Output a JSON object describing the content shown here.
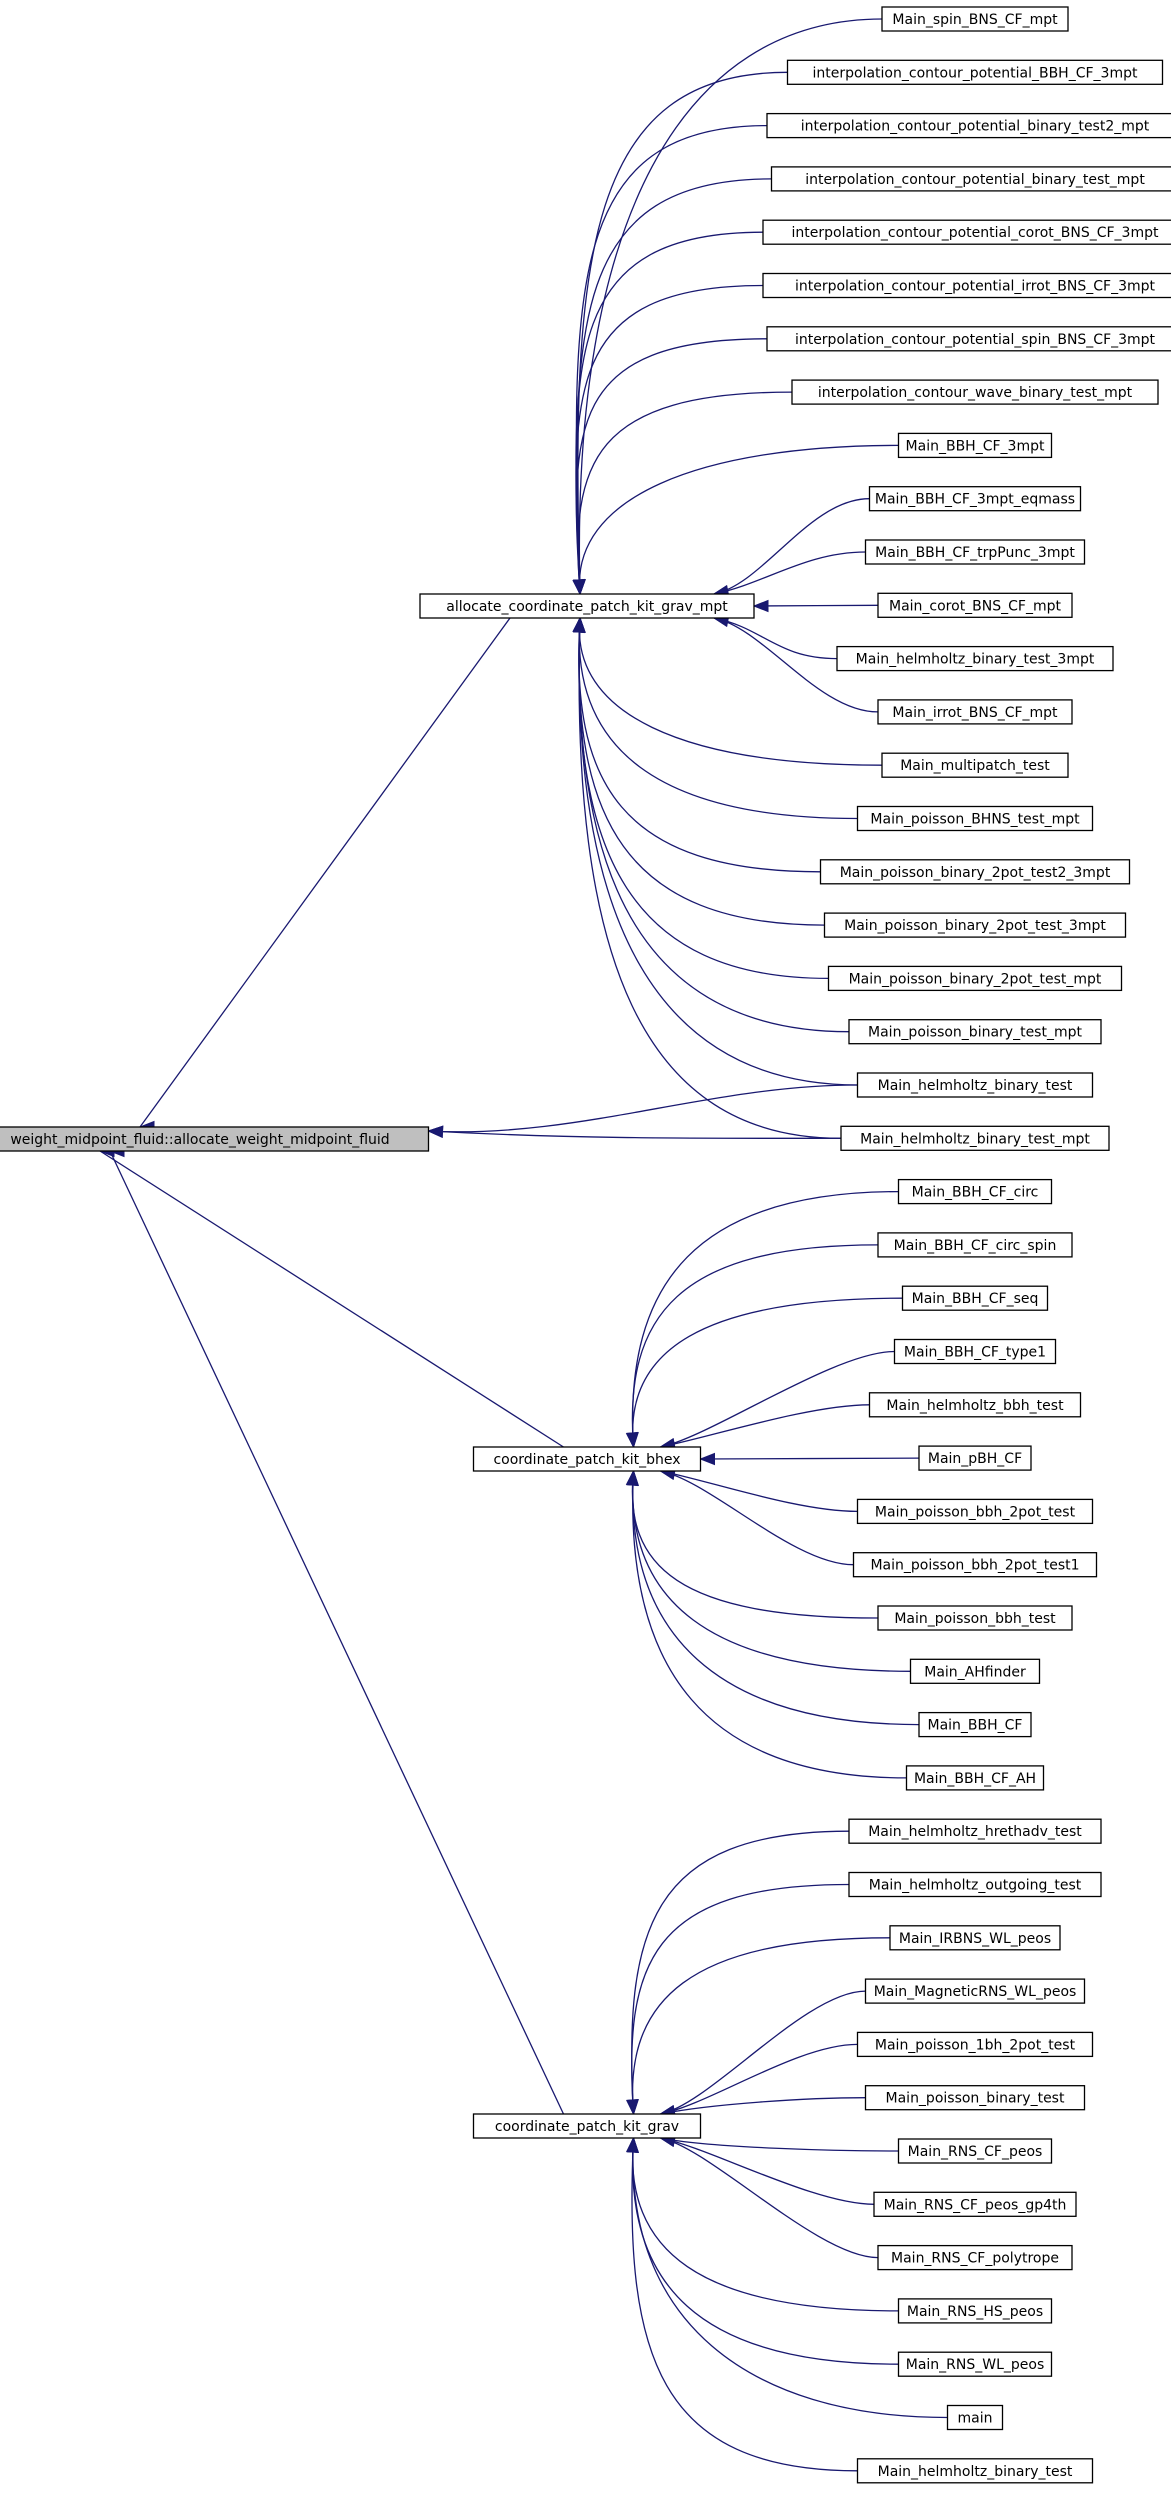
{
  "graph": {
    "root": {
      "label": "weight_midpoint_fluid::allocate_weight_midpoint_fluid"
    },
    "mid": [
      {
        "id": "m1",
        "label": "allocate_coordinate_patch_kit_grav_mpt"
      },
      {
        "id": "m2",
        "label": "coordinate_patch_kit_bhex"
      },
      {
        "id": "m3",
        "label": "coordinate_patch_kit_grav"
      }
    ],
    "leaves": [
      {
        "label": "Main_spin_BNS_CF_mpt",
        "parent": "m1"
      },
      {
        "label": "interpolation_contour_potential_BBH_CF_3mpt",
        "parent": "m1"
      },
      {
        "label": "interpolation_contour_potential_binary_test2_mpt",
        "parent": "m1"
      },
      {
        "label": "interpolation_contour_potential_binary_test_mpt",
        "parent": "m1"
      },
      {
        "label": "interpolation_contour_potential_corot_BNS_CF_3mpt",
        "parent": "m1"
      },
      {
        "label": "interpolation_contour_potential_irrot_BNS_CF_3mpt",
        "parent": "m1"
      },
      {
        "label": "interpolation_contour_potential_spin_BNS_CF_3mpt",
        "parent": "m1"
      },
      {
        "label": "interpolation_contour_wave_binary_test_mpt",
        "parent": "m1"
      },
      {
        "label": "Main_BBH_CF_3mpt",
        "parent": "m1"
      },
      {
        "label": "Main_BBH_CF_3mpt_eqmass",
        "parent": "m1"
      },
      {
        "label": "Main_BBH_CF_trpPunc_3mpt",
        "parent": "m1"
      },
      {
        "label": "Main_corot_BNS_CF_mpt",
        "parent": "m1"
      },
      {
        "label": "Main_helmholtz_binary_test_3mpt",
        "parent": "m1"
      },
      {
        "label": "Main_irrot_BNS_CF_mpt",
        "parent": "m1"
      },
      {
        "label": "Main_multipatch_test",
        "parent": "m1"
      },
      {
        "label": "Main_poisson_BHNS_test_mpt",
        "parent": "m1"
      },
      {
        "label": "Main_poisson_binary_2pot_test2_3mpt",
        "parent": "m1"
      },
      {
        "label": "Main_poisson_binary_2pot_test_3mpt",
        "parent": "m1"
      },
      {
        "label": "Main_poisson_binary_2pot_test_mpt",
        "parent": "m1"
      },
      {
        "label": "Main_poisson_binary_test_mpt",
        "parent": "m1"
      },
      {
        "label": "Main_helmholtz_binary_test",
        "parent": "m1",
        "also_root": true
      },
      {
        "label": "Main_helmholtz_binary_test_mpt",
        "parent": "m1",
        "also_root": true
      },
      {
        "label": "Main_BBH_CF_circ",
        "parent": "m2"
      },
      {
        "label": "Main_BBH_CF_circ_spin",
        "parent": "m2"
      },
      {
        "label": "Main_BBH_CF_seq",
        "parent": "m2"
      },
      {
        "label": "Main_BBH_CF_type1",
        "parent": "m2"
      },
      {
        "label": "Main_helmholtz_bbh_test",
        "parent": "m2"
      },
      {
        "label": "Main_pBH_CF",
        "parent": "m2"
      },
      {
        "label": "Main_poisson_bbh_2pot_test",
        "parent": "m2"
      },
      {
        "label": "Main_poisson_bbh_2pot_test1",
        "parent": "m2"
      },
      {
        "label": "Main_poisson_bbh_test",
        "parent": "m2"
      },
      {
        "label": "Main_AHfinder",
        "parent": "m2"
      },
      {
        "label": "Main_BBH_CF",
        "parent": "m2"
      },
      {
        "label": "Main_BBH_CF_AH",
        "parent": "m2"
      },
      {
        "label": "Main_helmholtz_hrethadv_test",
        "parent": "m3"
      },
      {
        "label": "Main_helmholtz_outgoing_test",
        "parent": "m3"
      },
      {
        "label": "Main_IRBNS_WL_peos",
        "parent": "m3"
      },
      {
        "label": "Main_MagneticRNS_WL_peos",
        "parent": "m3"
      },
      {
        "label": "Main_poisson_1bh_2pot_test",
        "parent": "m3"
      },
      {
        "label": "Main_poisson_binary_test",
        "parent": "m3"
      },
      {
        "label": "Main_RNS_CF_peos",
        "parent": "m3"
      },
      {
        "label": "Main_RNS_CF_peos_gp4th",
        "parent": "m3"
      },
      {
        "label": "Main_RNS_CF_polytrope",
        "parent": "m3"
      },
      {
        "label": "Main_RNS_HS_peos",
        "parent": "m3"
      },
      {
        "label": "Main_RNS_WL_peos",
        "parent": "m3"
      },
      {
        "label": "main",
        "parent": "m3"
      },
      {
        "label": "Main_helmholtz_binary_test",
        "parent": "m3"
      }
    ],
    "colors": {
      "edge": "#191970",
      "root_fill": "#bfbfbf",
      "node_fill": "#ffffff",
      "node_border": "#000000"
    }
  }
}
